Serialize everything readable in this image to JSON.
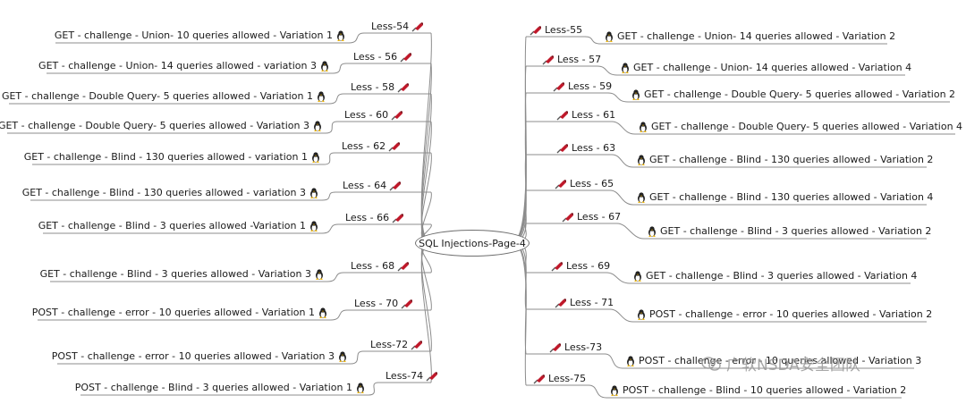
{
  "center": "SQL Injections-Page-4",
  "colors": {
    "pin": "#c0182a",
    "line": "#8c8c8c",
    "text": "#1a1a1a"
  },
  "left": [
    {
      "lesson": "Less-54",
      "leaf": "GET - challenge - Union- 10 queries allowed - Variation 1"
    },
    {
      "lesson": "Less - 56",
      "leaf": "GET - challenge - Union- 14 queries allowed - variation 3"
    },
    {
      "lesson": "Less - 58",
      "leaf": "GET - challenge - Double Query- 5 queries allowed - Variation 1"
    },
    {
      "lesson": "Less - 60",
      "leaf": "GET - challenge - Double Query- 5 queries allowed - Variation 3"
    },
    {
      "lesson": "Less - 62",
      "leaf": "GET - challenge - Blind - 130 queries allowed - variation 1"
    },
    {
      "lesson": "Less - 64",
      "leaf": "GET - challenge - Blind - 130 queries allowed - variation 3"
    },
    {
      "lesson": "Less - 66",
      "leaf": "GET - challenge - Blind - 3 queries allowed -Variation 1"
    },
    {
      "lesson": "Less - 68",
      "leaf": "GET - challenge - Blind - 3 queries allowed - Variation 3"
    },
    {
      "lesson": "Less - 70",
      "leaf": "POST - challenge - error - 10 queries allowed - Variation 1"
    },
    {
      "lesson": "Less-72",
      "leaf": "POST - challenge - error - 10 queries allowed - Variation 3"
    },
    {
      "lesson": "Less-74",
      "leaf": "POST - challenge - Blind - 3 queries allowed - Variation 1"
    }
  ],
  "right": [
    {
      "lesson": "Less-55",
      "leaf": "GET - challenge - Union- 14 queries allowed - Variation 2"
    },
    {
      "lesson": "Less - 57",
      "leaf": "GET - challenge - Union- 14 queries allowed - Variation 4"
    },
    {
      "lesson": "Less - 59",
      "leaf": "GET - challenge - Double Query- 5 queries allowed - Variation 2"
    },
    {
      "lesson": "Less - 61",
      "leaf": "GET - challenge - Double Query- 5 queries allowed - Variation 4"
    },
    {
      "lesson": "Less - 63",
      "leaf": "GET - challenge - Blind - 130 queries allowed - Variation 2"
    },
    {
      "lesson": "Less - 65",
      "leaf": "GET - challenge - Blind - 130 queries allowed - Variation 4"
    },
    {
      "lesson": "Less - 67",
      "leaf": "GET - challenge - Blind - 3 queries allowed - Variation 2"
    },
    {
      "lesson": "Less - 69",
      "leaf": "GET - challenge - Blind - 3 queries allowed - Variation 4"
    },
    {
      "lesson": "Less - 71",
      "leaf": "POST - challenge - error - 10 queries allowed - Variation 2"
    },
    {
      "lesson": "Less-73",
      "leaf": "POST - challenge - error - 10 queries allowed - Variation 3"
    },
    {
      "lesson": "Less-75",
      "leaf": "POST - challenge - Blind - 10 queries allowed - Variation 2"
    }
  ],
  "watermark": "广软NSDA安全团队"
}
